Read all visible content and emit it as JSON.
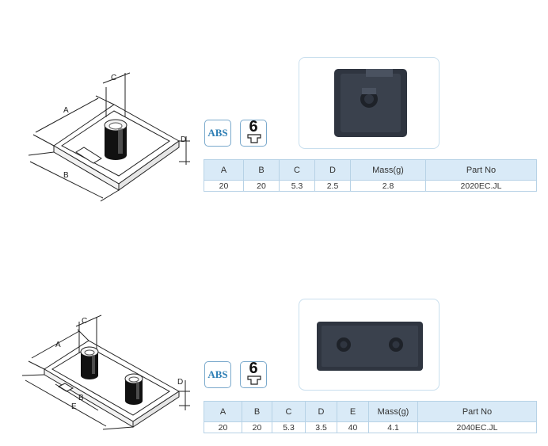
{
  "products": [
    {
      "material": "ABS",
      "slot_size": "6",
      "dimension_labels": {
        "a": "A",
        "b": "B",
        "c": "C",
        "d": "D"
      },
      "table": {
        "headers": [
          "A",
          "B",
          "C",
          "D",
          "Mass(g)",
          "Part No"
        ],
        "row": [
          "20",
          "20",
          "5.3",
          "2.5",
          "2.8",
          "2020EC.JL"
        ]
      }
    },
    {
      "material": "ABS",
      "slot_size": "6",
      "dimension_labels": {
        "a": "A",
        "b": "B",
        "c": "C",
        "d": "D",
        "e": "E"
      },
      "table": {
        "headers": [
          "A",
          "B",
          "C",
          "D",
          "E",
          "Mass(g)",
          "Part No"
        ],
        "row": [
          "20",
          "20",
          "5.3",
          "3.5",
          "40",
          "4.1",
          "2040EC.JL"
        ]
      }
    }
  ],
  "colors": {
    "accent": "#2f7fb5",
    "table_header": "#d9eaf7",
    "border": "#b7d2e6"
  }
}
